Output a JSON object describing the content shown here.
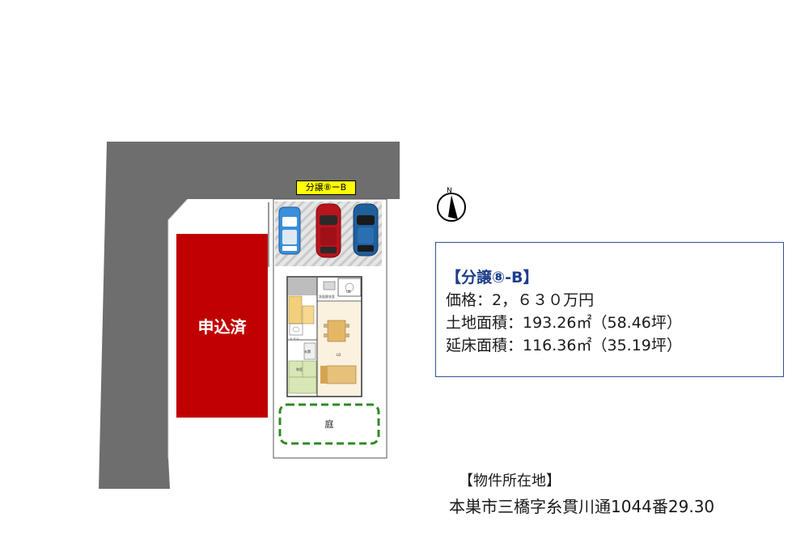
{
  "lot_label": "分譲⑧ーB",
  "sold_label": "申込済",
  "garden_label": "庭",
  "compass": {
    "letter": "N"
  },
  "floorplan_labels": [
    "洗面脱衣室",
    "UB",
    "LD",
    "和室",
    "トイレ",
    "玄関"
  ],
  "info": {
    "title": "【分譲⑧-B】",
    "price": "価格：2，６３０万円",
    "land_area": "土地面積：193.26㎡（58.46坪）",
    "floor_area": "延床面積：116.36㎡（35.19坪）"
  },
  "address": {
    "title": "【物件所在地】",
    "text": "本巣市三橋字糸貫川通1044番29.30"
  },
  "colors": {
    "road": "#6e6e6e",
    "sold_lot": "#c00000",
    "garden_border": "#2e8b22",
    "info_border": "#2f5597",
    "car_blue_light": "#3a8fd9",
    "car_red": "#b8141c",
    "car_blue_dark": "#1f5f9c",
    "lot_label_bg": "#ffff00"
  }
}
